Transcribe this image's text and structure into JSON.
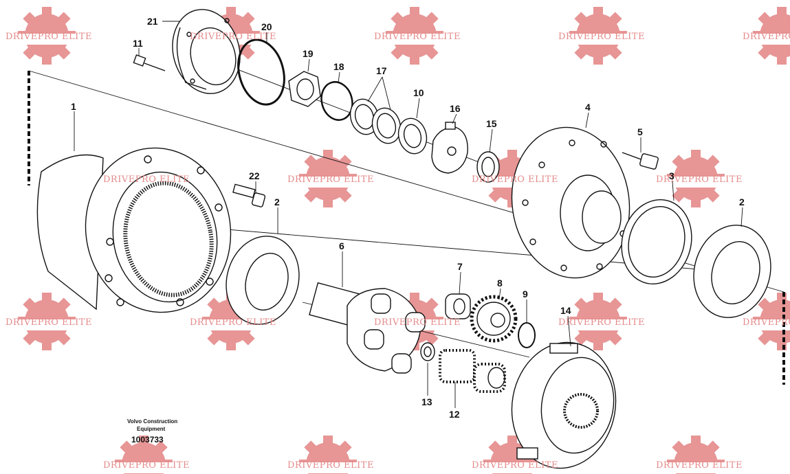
{
  "watermark": {
    "text": "DRIVEPRO ELITE",
    "color": "#e58a8a"
  },
  "caption": {
    "line1": "Volvo Construction",
    "line2": "Equipment",
    "doc_number": "1003733"
  },
  "part_labels": [
    "21",
    "20",
    "11",
    "19",
    "18",
    "17",
    "10",
    "16",
    "15",
    "4",
    "5",
    "1",
    "22",
    "2",
    "3",
    "2",
    "6",
    "7",
    "8",
    "9",
    "14",
    "13",
    "12"
  ]
}
